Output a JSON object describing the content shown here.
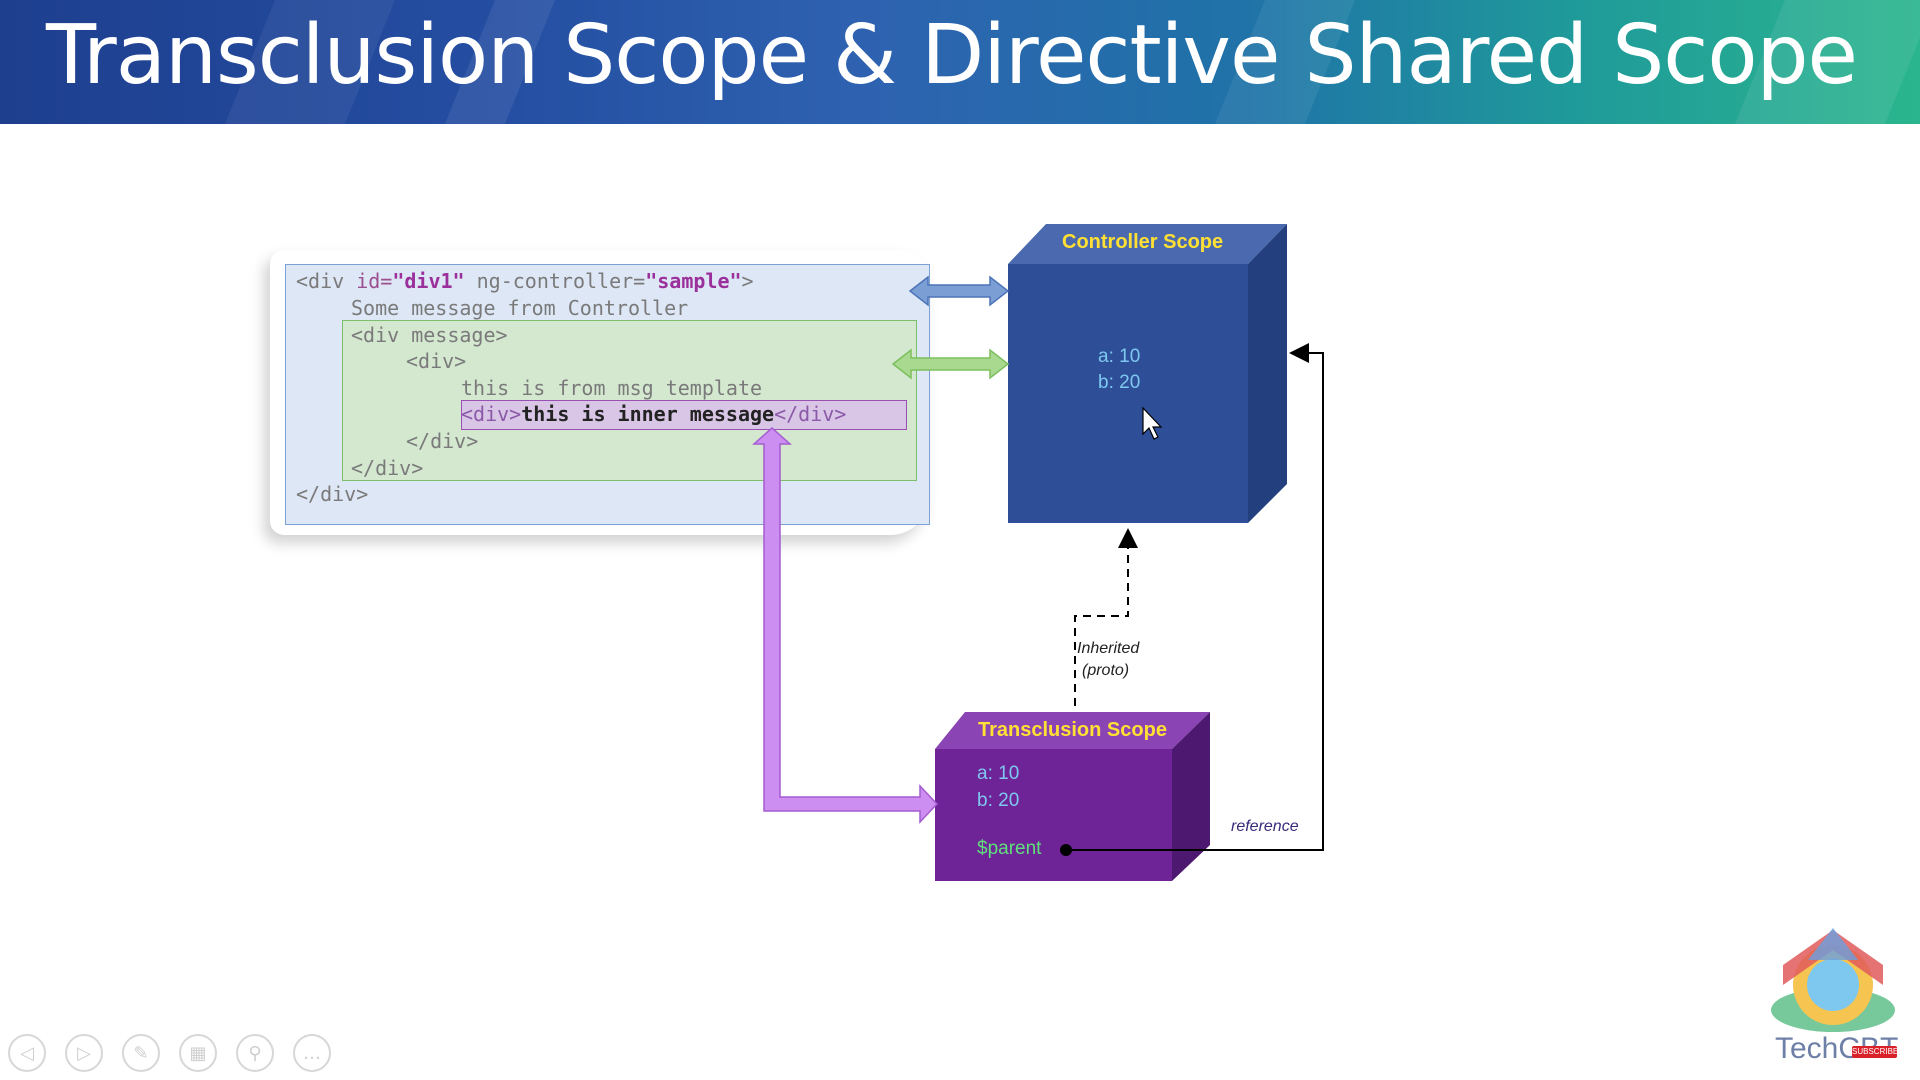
{
  "slide": {
    "title": "Transclusion Scope & Directive Shared Scope"
  },
  "code": {
    "line1_open": "<div ",
    "line1_id_attr": "id=",
    "line1_id_val": "\"div1\"",
    "line1_ngc_attr": " ng-controller=",
    "line1_ngc_val": "\"sample\"",
    "line1_close": ">",
    "line2": "Some message from Controller",
    "line3": "<div message>",
    "line4": "<div>",
    "line5": "this is from msg template",
    "line6_open": "<div>",
    "line6_text": "this is inner message",
    "line6_close": "</div>",
    "line7": "</div>",
    "line8": "</div>",
    "line9": "</div>"
  },
  "controller_scope": {
    "label": "Controller Scope",
    "a": "a: 10",
    "b": "b: 20",
    "color": "#2e4f98"
  },
  "transclusion_scope": {
    "label": "Transclusion Scope",
    "a": "a: 10",
    "b": "b: 20",
    "parent": "$parent",
    "color": "#6e2496"
  },
  "connectors": {
    "inherited_line1": "Inherited",
    "inherited_line2": "(proto)",
    "reference": "reference"
  },
  "arrow_colors": {
    "controller": "#7b9fd4",
    "message": "#a9d98f",
    "transclusion": "#cc8ef0"
  },
  "toolbar": {
    "icons": [
      "prev-icon",
      "next-icon",
      "pen-icon",
      "slides-icon",
      "zoom-icon",
      "more-icon"
    ],
    "glyphs": [
      "◁",
      "▷",
      "✎",
      "▦",
      "⚲",
      "…"
    ]
  },
  "branding": {
    "logo_text": "TechCBT",
    "badge": "SUBSCRIBE"
  }
}
